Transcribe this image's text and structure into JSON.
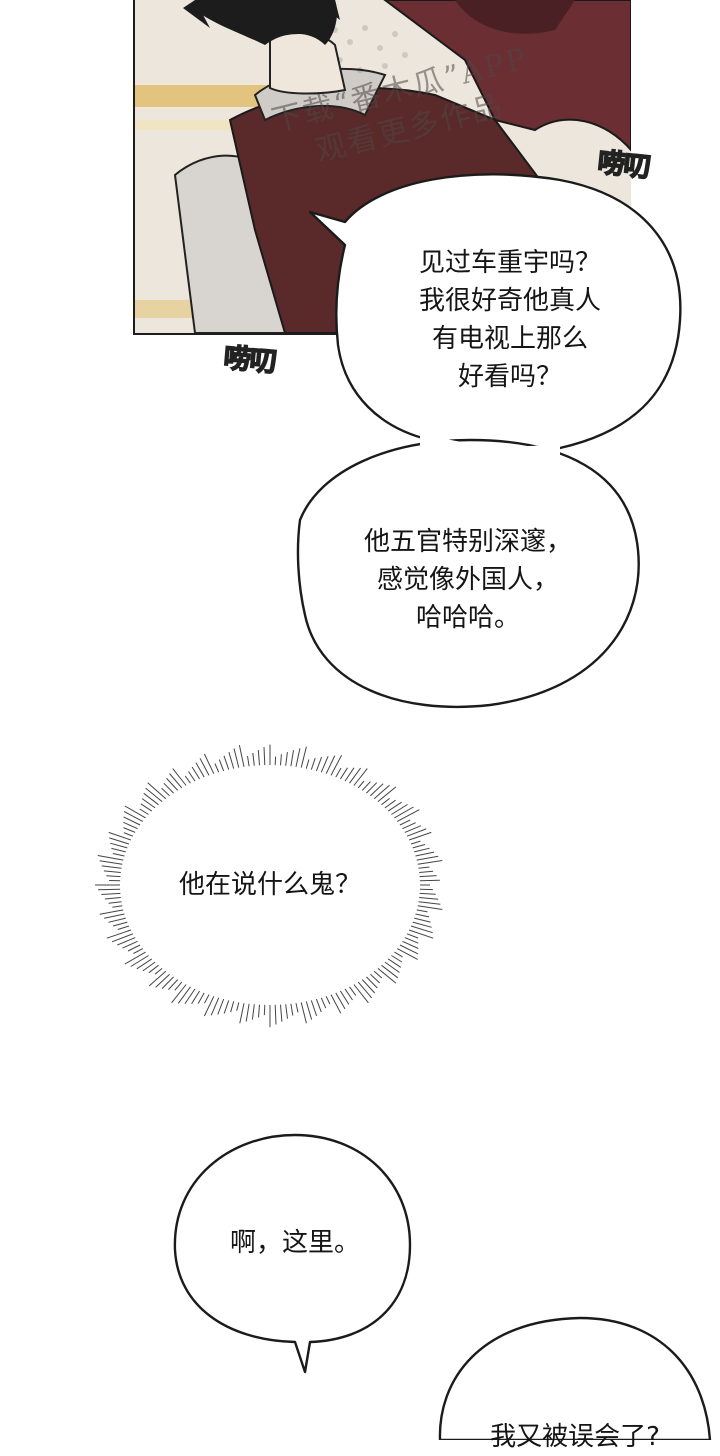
{
  "watermark": {
    "line1": "下载“番木瓜”APP",
    "line2": "观看更多作品"
  },
  "sfx": {
    "top_right": "唠叨",
    "mid_left": "唠叨"
  },
  "bubbles": {
    "question": {
      "lines": [
        "见过车重宇吗？",
        "我很好奇他真人",
        "有电视上那么",
        "好看吗？"
      ]
    },
    "features": {
      "lines": [
        "他五官特别深邃，",
        "感觉像外国人，",
        "哈哈哈。"
      ]
    },
    "thought": {
      "text": "他在说什么鬼？"
    },
    "here": {
      "text": "啊，这里。"
    },
    "bottom": {
      "text": "我又被误会了?"
    }
  },
  "colors": {
    "vest": "#5a2a2a",
    "shirt": "#d9d6d2",
    "background_panel": "#e9e3d8",
    "ink": "#151515"
  }
}
